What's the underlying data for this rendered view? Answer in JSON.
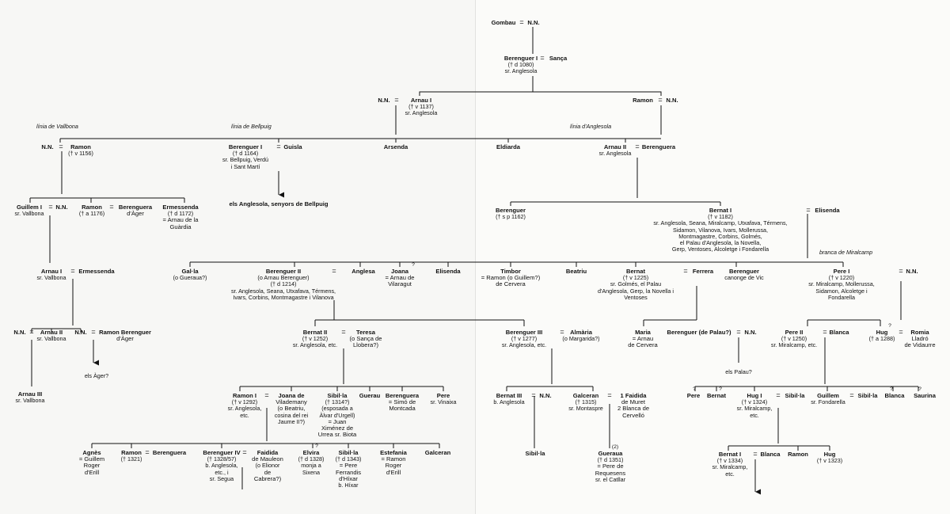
{
  "branches": {
    "vallbona": "línia de Vallbona",
    "bellpuig": "línia de Bellpuig",
    "anglesola": "línia d'Anglesola",
    "miralcamp": "branca de Miralcamp"
  },
  "people": {
    "gombau": {
      "name": "Gombau"
    },
    "nn_root": {
      "name": "N.N."
    },
    "berenguer_i": {
      "name": "Berenguer I",
      "l1": "(† d 1080)",
      "l2": "sr. Anglesola"
    },
    "sanca": {
      "name": "Sança"
    },
    "nn_arnau": {
      "name": "N.N."
    },
    "arnau_i": {
      "name": "Arnau I",
      "l1": "(† v 1137)",
      "l2": "sr. Anglesola"
    },
    "ramon_g2": {
      "name": "Ramon"
    },
    "nn_ramon_g2": {
      "name": "N.N."
    },
    "nn_v": {
      "name": "N.N."
    },
    "ramon_v": {
      "name": "Ramon",
      "l1": "(† v 1156)"
    },
    "berenguer_bell": {
      "name": "Berenguer I",
      "l1": "(† d 1164)",
      "l2": "sr. Bellpuig, Verdú",
      "l3": "i Sant Martí"
    },
    "guisla": {
      "name": "Guisla"
    },
    "arsenda": {
      "name": "Arsenda"
    },
    "eldiarda": {
      "name": "Eldiarda"
    },
    "arnau_ii": {
      "name": "Arnau II",
      "l1": "sr. Anglesola"
    },
    "berenguera_a": {
      "name": "Berenguera"
    },
    "guillem_i_v": {
      "name": "Guillem I",
      "l1": "sr. Vallbona"
    },
    "nn_guillem": {
      "name": "N.N."
    },
    "ramon_1176": {
      "name": "Ramon",
      "l1": "(† a 1176)"
    },
    "berenguera_ager": {
      "name": "Berenguera",
      "l1": "d'Àger"
    },
    "ermessenda_1172": {
      "name": "Ermessenda",
      "l1": "(† d 1172)",
      "l2": "= Arnau de la",
      "l3": "Guàrdia"
    },
    "bellpuig_line": {
      "name": "els Anglesola, senyors de Bellpuig"
    },
    "berenguer_1162": {
      "name": "Berenguer",
      "l1": "(† s p 1162)"
    },
    "bernat_i": {
      "name": "Bernat I",
      "l1": "(† v 1182)",
      "l2": "sr. Anglesola, Seana, Miralcamp, Utxafava, Térmens,",
      "l3": "Sidamon, Vilanova, Ivars, Mollerussa,",
      "l4": "Montmagastre, Corbins, Golmés,",
      "l5": "el Palau d'Anglesola, la Novella,",
      "l6": "Gerp, Ventoses, Alcoletge i Fondarella"
    },
    "elisenda_a": {
      "name": "Elisenda"
    },
    "arnau_i_v": {
      "name": "Arnau I",
      "l1": "sr. Vallbona"
    },
    "ermessenda_v": {
      "name": "Ermessenda"
    },
    "galla": {
      "name": "Gal·la",
      "l1": "(o Gueraua?)"
    },
    "berenguer_ii": {
      "name": "Berenguer II",
      "l1": "(o Arnau Berenguer)",
      "l2": "(† d 1214)",
      "l3": "sr. Anglesola, Seana, Utxafava, Térmens,",
      "l4": "Ivars, Corbins, Montmagastre i Vilanova"
    },
    "anglesa": {
      "name": "Anglesa"
    },
    "joana": {
      "name": "Joana",
      "l1": "= Arnau de",
      "l2": "Vilaragut"
    },
    "elisenda_b": {
      "name": "Elisenda"
    },
    "timbor": {
      "name": "Timbor",
      "l1": "= Ramon (o Guillem?)",
      "l2": "de Cervera"
    },
    "beatriu": {
      "name": "Beatriu"
    },
    "bernat_1225": {
      "name": "Bernat",
      "l1": "(† v 1225)",
      "l2": "sr. Golmés, el Palau",
      "l3": "d'Anglesola, Gerp, la Novella i",
      "l4": "Ventoses"
    },
    "ferrera": {
      "name": "Ferrera"
    },
    "berenguer_vic": {
      "name": "Berenguer",
      "l1": "canonge de Vic"
    },
    "pere_i": {
      "name": "Pere I",
      "l1": "(† v 1220)",
      "l2": "sr. Miralcamp, Mollerussa,",
      "l3": "Sidamon, Alcoletge i",
      "l4": "Fondarella"
    },
    "nn_pere_i": {
      "name": "N.N."
    },
    "nn_av2": {
      "name": "N.N."
    },
    "arnau_ii_v": {
      "name": "Arnau II",
      "l1": "sr. Vallbona"
    },
    "nn_rb": {
      "name": "N.N."
    },
    "ramon_berenguer": {
      "name": "Ramon Berenguer",
      "l1": "d'Àger"
    },
    "bernat_ii": {
      "name": "Bernat II",
      "l1": "(† v 1252)",
      "l2": "sr. Anglesola, etc."
    },
    "teresa": {
      "name": "Teresa",
      "l1": "(o Sança de",
      "l2": "Llobera?)"
    },
    "berenguer_iii": {
      "name": "Berenguer III",
      "l1": "(† v 1277)",
      "l2": "sr. Anglesola, etc."
    },
    "almaria": {
      "name": "Almària",
      "l1": "(o Margarida?)"
    },
    "maria": {
      "name": "Maria",
      "l1": "= Arnau",
      "l2": "de Cervera"
    },
    "berenguer_palau": {
      "name": "Berenguer (de Palau?)"
    },
    "nn_palau": {
      "name": "N.N."
    },
    "pere_ii": {
      "name": "Pere II",
      "l1": "(† v 1250)",
      "l2": "sr. Miralcamp, etc."
    },
    "blanca_p2": {
      "name": "Blanca"
    },
    "hug_1288": {
      "name": "Hug",
      "l1": "(† a 1288)"
    },
    "romia": {
      "name": "Romia",
      "l1": "Lladró",
      "l2": "de Vidaurre"
    },
    "ager": {
      "name": "els Àger?"
    },
    "palau": {
      "name": "els Palau?"
    },
    "arnau_iii_v": {
      "name": "Arnau III",
      "l1": "sr. Vallbona"
    },
    "ramon_i": {
      "name": "Ramon I",
      "l1": "(† v 1292)",
      "l2": "sr. Anglesola,",
      "l3": "etc."
    },
    "joana_vil": {
      "name": "Joana de",
      "l1": "Vilademany",
      "l2": "(o Beatriu,",
      "l3": "cosina del rei",
      "l4": "Jaume II?)"
    },
    "sibilla_1314": {
      "name": "Sibil·la",
      "l1": "(† 1314?)",
      "l2": "(esposada a",
      "l3": "Àlvar d'Urgell)",
      "l4": "= Juan",
      "l5": "Ximénez de",
      "l6": "Urrea sr. Biota"
    },
    "guerau": {
      "name": "Guerau"
    },
    "berenguera_s": {
      "name": "Berenguera",
      "l1": "= Simó de",
      "l2": "Montcada"
    },
    "pere_vinaixa": {
      "name": "Pere",
      "l1": "sr. Vinaixa"
    },
    "bernat_iii": {
      "name": "Bernat III",
      "l1": "b. Anglesola"
    },
    "nn_b3": {
      "name": "N.N."
    },
    "galceran_1315": {
      "name": "Galceran",
      "l1": "(† 1315)",
      "l2": "sr. Montaspre"
    },
    "faidida_muret": {
      "name": "1 Faidida",
      "l1": "de Muret",
      "l2": "2 Blanca de",
      "l3": "Cervelló"
    },
    "pere_m": {
      "name": "Pere"
    },
    "bernat_m": {
      "name": "Bernat"
    },
    "hug_i": {
      "name": "Hug I",
      "l1": "(† v 1324)",
      "l2": "sr. Miralcamp,",
      "l3": "etc."
    },
    "sibilla_h": {
      "name": "Sibil·la"
    },
    "guillem_f": {
      "name": "Guillem",
      "l1": "sr. Fondarella"
    },
    "sibilla_g": {
      "name": "Sibil·la"
    },
    "blanca_m": {
      "name": "Blanca"
    },
    "saurina": {
      "name": "Saurina"
    },
    "agnes": {
      "name": "Agnès",
      "l1": "= Guillem",
      "l2": "Roger",
      "l3": "d'Erill"
    },
    "ramon_1321": {
      "name": "Ramon",
      "l1": "(† 1321)"
    },
    "berenguera_r": {
      "name": "Berenguera"
    },
    "berenguer_iv": {
      "name": "Berenguer IV",
      "l1": "(† 1328/57)",
      "l2": "b. Anglesola,",
      "l3": "etc., i",
      "l4": "sr. Segua"
    },
    "faidida_m": {
      "name": "Faidida",
      "l1": "de Mauleon",
      "l2": "(o Elionor",
      "l3": "de",
      "l4": "Cabrera?)"
    },
    "elvira": {
      "name": "Elvira",
      "l1": "(† d 1328)",
      "l2": "monja a",
      "l3": "Sixena"
    },
    "sibilla_1343": {
      "name": "Sibil·la",
      "l1": "(† d 1343)",
      "l2": "= Pere",
      "l3": "Ferrandis",
      "l4": "d'Híxar",
      "l5": "b. Híxar"
    },
    "estefania": {
      "name": "Estefania",
      "l1": "= Ramon",
      "l2": "Roger",
      "l3": "d'Erill"
    },
    "galceran_c": {
      "name": "Galceran"
    },
    "sibilla_b3": {
      "name": "Sibil·la"
    },
    "gueraua": {
      "name": "Gueraua",
      "l1": "(† d 1351)",
      "l2": "= Pere de",
      "l3": "Requesens",
      "l4": "sr. el Catllar"
    },
    "bernat_i_m": {
      "name": "Bernat I",
      "l1": "(† v 1334)",
      "l2": "sr. Miralcamp,",
      "l3": "etc."
    },
    "blanca_b1": {
      "name": "Blanca"
    },
    "ramon_m": {
      "name": "Ramon"
    },
    "hug_1323": {
      "name": "Hug",
      "l1": "(† v 1323)"
    }
  },
  "notes": {
    "marriage_sign": "=",
    "uncertain": "?",
    "second_marriage": "(2)"
  }
}
